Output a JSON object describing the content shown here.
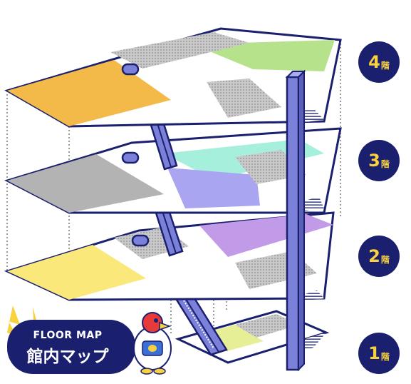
{
  "banner": {
    "subtitle": "FLOOR MAP",
    "title": "館内マップ"
  },
  "floors": [
    {
      "num": "4",
      "suffix": "階"
    },
    {
      "num": "3",
      "suffix": "階"
    },
    {
      "num": "2",
      "suffix": "階"
    },
    {
      "num": "1",
      "suffix": "階"
    }
  ],
  "colors": {
    "outline": "#1a1f6e",
    "escalator": "#7b80d9",
    "orange": "#f3b949",
    "green": "#b6e28c",
    "aqua": "#a7efdd",
    "lavender": "#aaa5f0",
    "purple": "#c29be8",
    "yellow": "#fbe87b",
    "lime": "#e6ef96",
    "gray": "#b3b3b3",
    "badge": "#1a1f6e",
    "badge_text": "#f7d23e"
  }
}
